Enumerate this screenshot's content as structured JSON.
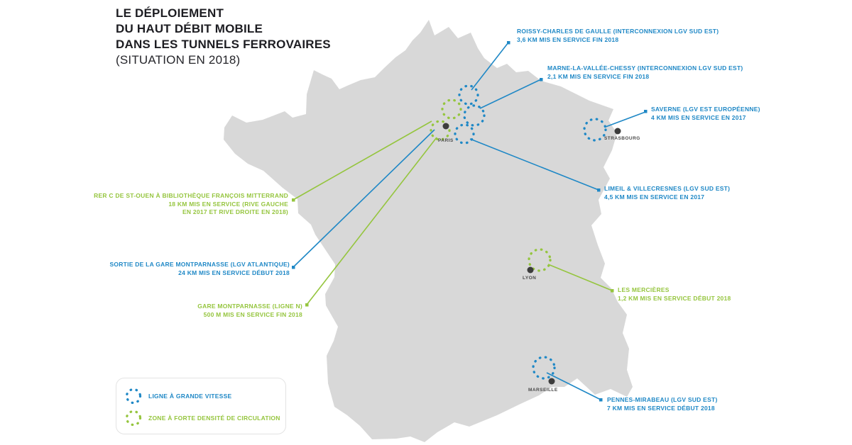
{
  "title": {
    "line1": "LE DÉPLOIEMENT",
    "line2": "DU HAUT DÉBIT MOBILE",
    "line3": "DANS LES TUNNELS FERROVAIRES",
    "line4": "(SITUATION EN 2018)"
  },
  "colors": {
    "blue": "#1f88c6",
    "green": "#95c53e",
    "map_fill": "#d8d8d8",
    "title_text": "#1d1d22",
    "city_dot": "#3c3c3c",
    "city_label": "#4a4a4a",
    "legend_border": "#e3e3e3"
  },
  "annotations": [
    {
      "id": "roissy",
      "color": "blue",
      "lines": [
        "ROISSY-CHARLES DE GAULLE (INTERCONNEXION LGV SUD EST)",
        "3,6 KM MIS EN SERVICE FIN 2018"
      ]
    },
    {
      "id": "marne",
      "color": "blue",
      "lines": [
        "MARNE-LA-VALLÉE-CHESSY (INTERCONNEXION LGV SUD EST)",
        "2,1 KM MIS EN SERVICE FIN 2018"
      ]
    },
    {
      "id": "saverne",
      "color": "blue",
      "lines": [
        "SAVERNE (LGV EST EUROPÉENNE)",
        "4 KM MIS EN SERVICE EN 2017"
      ]
    },
    {
      "id": "limeil",
      "color": "blue",
      "lines": [
        "LIMEIL & VILLECRESNES (LGV SUD EST)",
        "4,5 KM MIS EN SERVICE EN 2017"
      ]
    },
    {
      "id": "rerc",
      "color": "green",
      "lines": [
        "RER C DE ST-OUEN À BIBLIOTHÈQUE FRANÇOIS MITTERRAND",
        "18 KM MIS EN SERVICE (RIVE GAUCHE",
        "EN 2017 ET RIVE DROITE EN 2018)"
      ]
    },
    {
      "id": "sortie",
      "color": "blue",
      "lines": [
        "SORTIE DE LA GARE MONTPARNASSE (LGV ATLANTIQUE)",
        "24 KM MIS EN SERVICE DÉBUT 2018"
      ]
    },
    {
      "id": "garen",
      "color": "green",
      "lines": [
        "GARE MONTPARNASSE (LIGNE N)",
        "500 M MIS EN SERVICE FIN 2018"
      ]
    },
    {
      "id": "mercieres",
      "color": "green",
      "lines": [
        "LES MERCIÈRES",
        "1,2 KM MIS EN SERVICE DÉBUT 2018"
      ]
    },
    {
      "id": "pennes",
      "color": "blue",
      "lines": [
        "PENNES-MIRABEAU (LGV SUD EST)",
        "7 KM MIS EN SERVICE DÉBUT 2018"
      ]
    }
  ],
  "cities": [
    {
      "name": "PARIS"
    },
    {
      "name": "STRASBOURG"
    },
    {
      "name": "LYON"
    },
    {
      "name": "MARSEILLE"
    }
  ],
  "legend": {
    "items": [
      {
        "label": "LIGNE À GRANDE VITESSE",
        "color": "blue"
      },
      {
        "label": "ZONE À FORTE DENSITÉ DE CIRCULATION",
        "color": "green"
      }
    ]
  }
}
